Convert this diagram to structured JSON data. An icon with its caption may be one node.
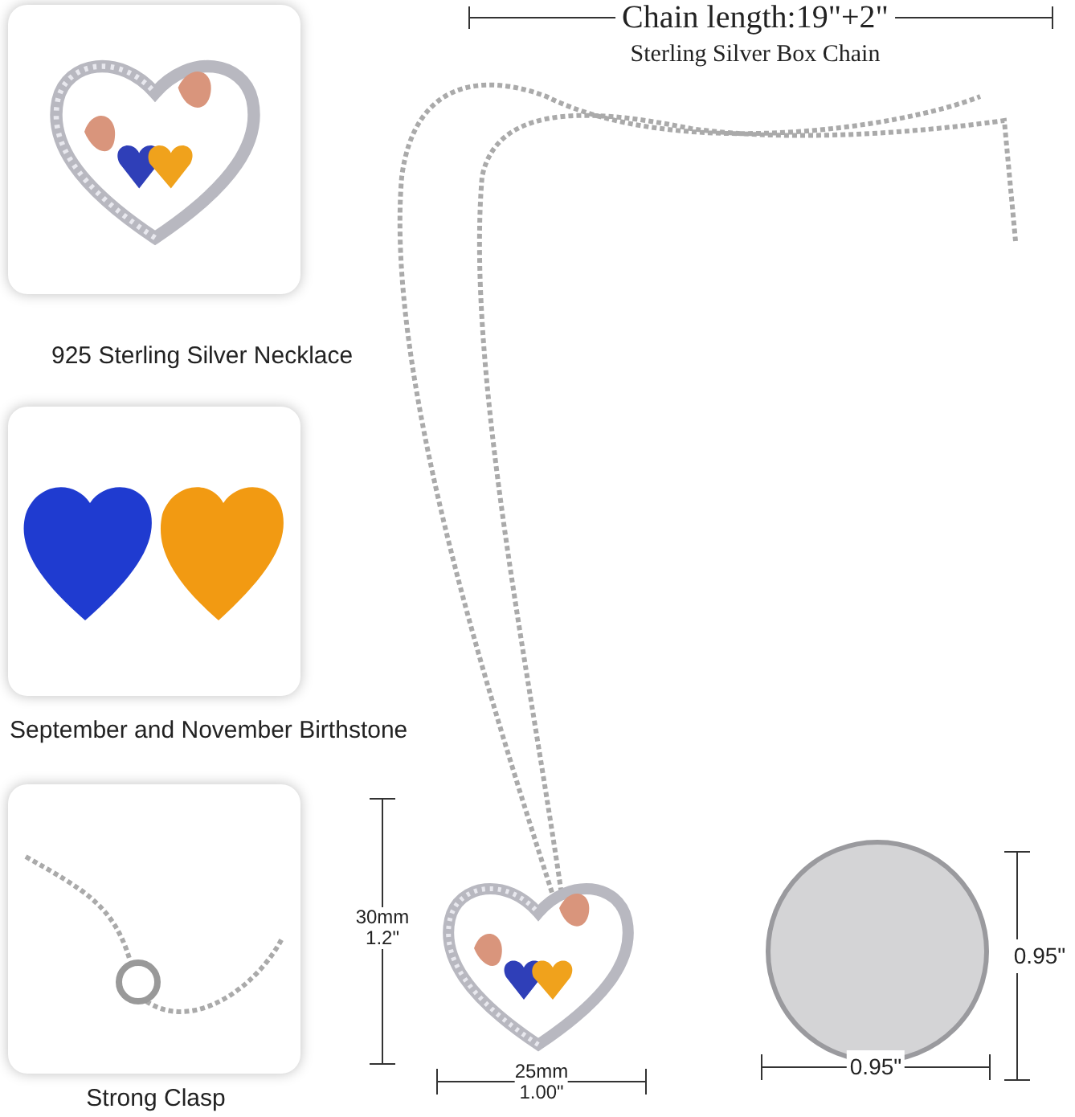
{
  "diagram": {
    "labels": [
      "Chain length:19\"+2\"",
      "Sterling Silver Box Chain",
      "925 Sterling Silver Necklace",
      "September and November Birthstone",
      "30mm",
      "1.2\"",
      "0.95\"",
      "Strong Clasp",
      "25mm",
      "1.00\"",
      "0.95\""
    ]
  }
}
